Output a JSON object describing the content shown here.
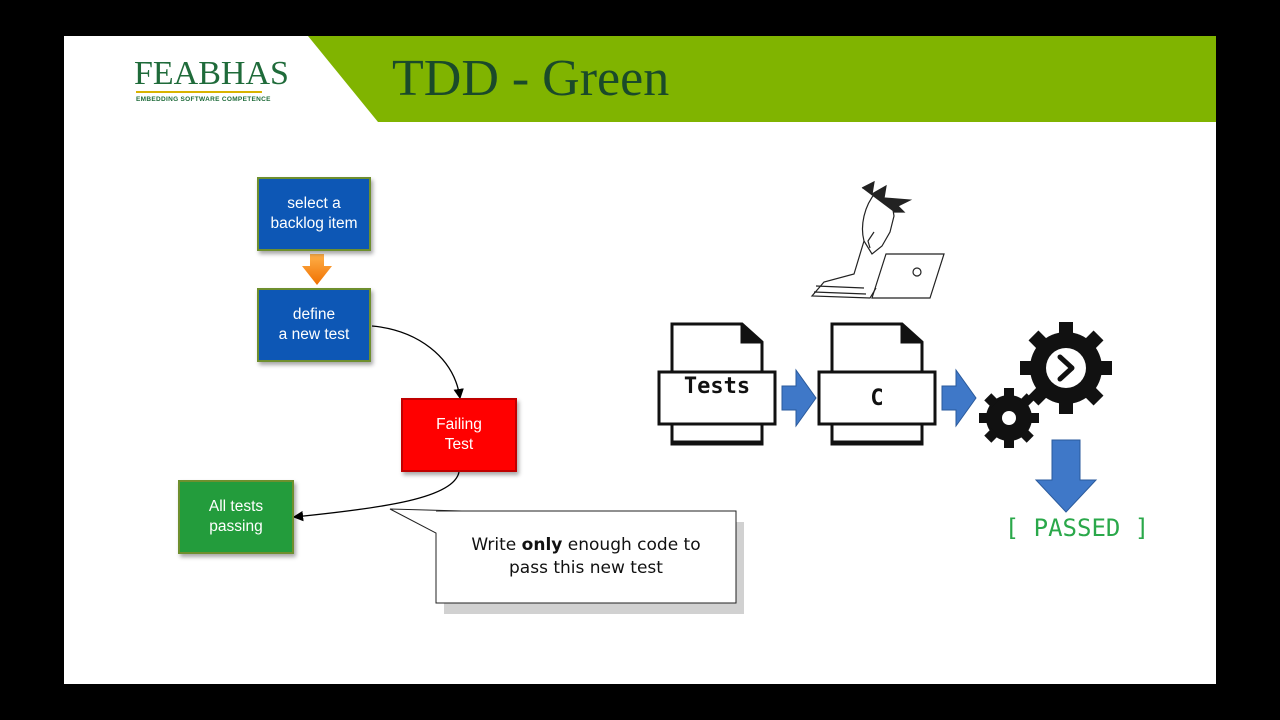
{
  "header": {
    "logo_main": "FEABHAS",
    "logo_tagline": "EMBEDDING SOFTWARE COMPETENCE",
    "title": "TDD - Green",
    "band_color": "#80b400"
  },
  "flow": {
    "step_select": "select a\nbacklog item",
    "step_define": "define\na new test",
    "step_failing": "Failing\nTest",
    "step_passing": "All tests\npassing"
  },
  "callout": {
    "prefix": "Write ",
    "emphasis": "only",
    "suffix": " enough code to\npass this new test"
  },
  "pipeline": {
    "tests_label": "Tests",
    "code_label": "C",
    "result": "[ PASSED ]",
    "arrow_color": "#3f78c8",
    "result_color": "#2aa84a"
  },
  "icons": [
    "developer-at-laptop-icon",
    "document-icon",
    "right-arrow-icon",
    "gears-icon",
    "down-arrow-icon",
    "chevron-right-icon"
  ]
}
